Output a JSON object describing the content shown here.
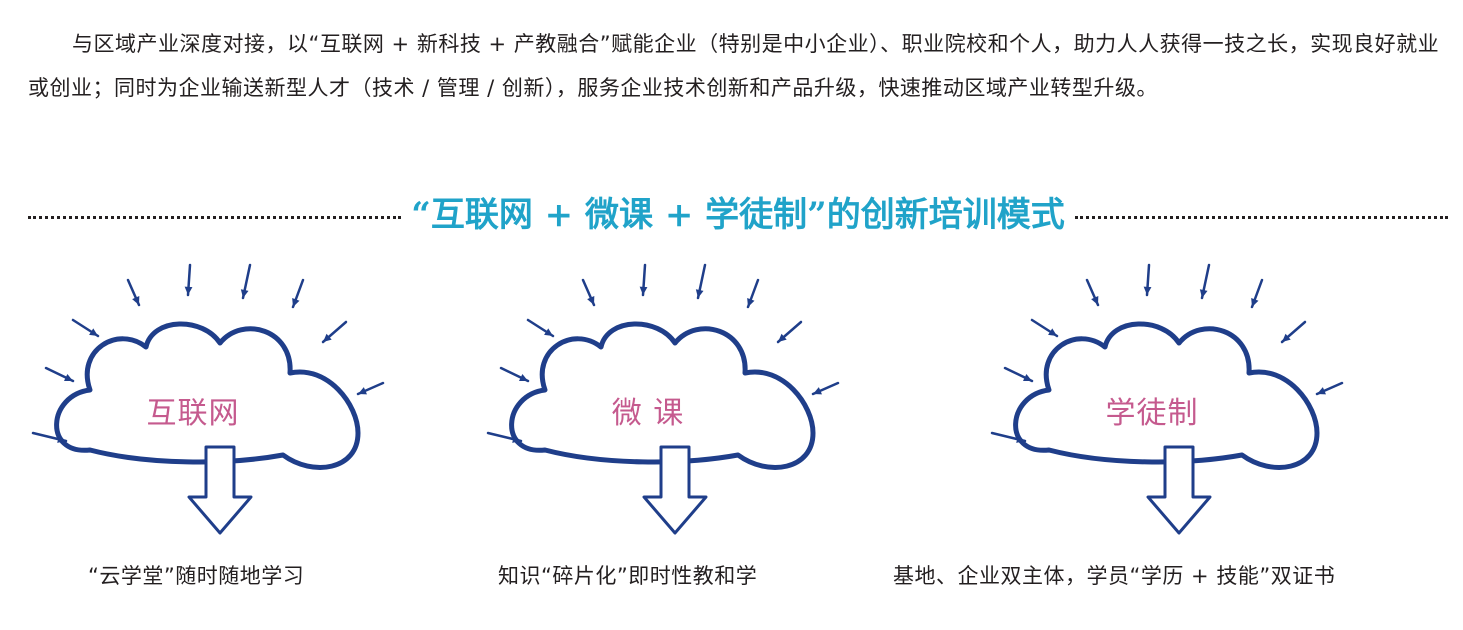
{
  "intro": {
    "text": "与区域产业深度对接，以“互联网 + 新科技 + 产教融合”赋能企业（特别是中小企业）、职业院校和个人，助力人人获得一技之长，实现良好就业或创业；同时为企业输送新型人才（技术 / 管理 / 创新），服务企业技术创新和产品升级，快速推动区域产业转型升级。"
  },
  "heading": "“互联网 + 微课 + 学徒制”的创新培训模式",
  "colors": {
    "accent": "#20a3c9",
    "cloud_stroke": "#1f3e8a",
    "cloud_label": "#c55a8e"
  },
  "panels": [
    {
      "label": "互联网",
      "caption": "“云学堂”随时随地学习"
    },
    {
      "label": "微 课",
      "caption": "知识“碎片化”即时性教和学"
    },
    {
      "label": "学徒制",
      "caption": "基地、企业双主体，学员“学历 + 技能”双证书"
    }
  ]
}
